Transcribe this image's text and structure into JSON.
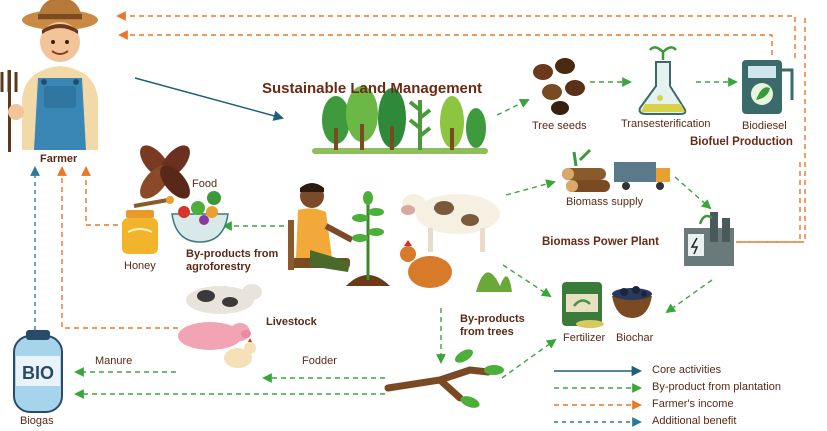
{
  "title": "Sustainable Land Management",
  "nodes": {
    "farmer": "Farmer",
    "food": "Food",
    "honey": "Honey",
    "byproducts_agroforestry": "By-products from agroforestry",
    "livestock": "Livestock",
    "biogas": "Biogas",
    "manure": "Manure",
    "fodder": "Fodder",
    "byproducts_trees": "By-products from trees",
    "tree_seeds": "Tree seeds",
    "transesterification": "Transesterification",
    "biodiesel": "Biodiesel",
    "biofuel_production": "Biofuel Production",
    "biomass_supply": "Biomass supply",
    "biomass_power_plant": "Biomass Power Plant",
    "fertilizer": "Fertilizer",
    "biochar": "Biochar",
    "bio_tank": "BIO"
  },
  "legend": [
    {
      "label": "Core activities",
      "color": "#1f5f7a",
      "style": "solid"
    },
    {
      "label": "By-product from plantation",
      "color": "#3aa53a",
      "style": "dashed"
    },
    {
      "label": "Farmer's income",
      "color": "#e8782a",
      "style": "dashed"
    },
    {
      "label": "Additional benefit",
      "color": "#2a7a9a",
      "style": "dashed"
    }
  ],
  "colors": {
    "core": "#1f5f7a",
    "byproduct": "#3aa53a",
    "income": "#e8782a",
    "benefit": "#2a7a9a",
    "text": "#5a2a17"
  }
}
